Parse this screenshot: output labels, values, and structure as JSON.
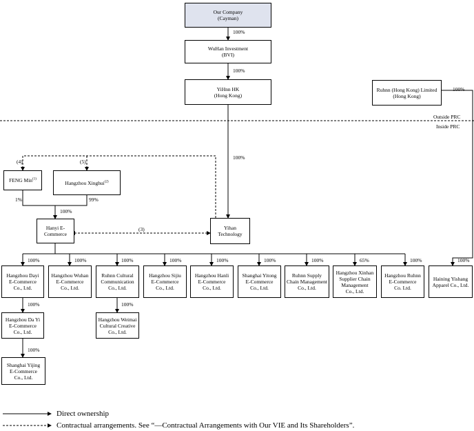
{
  "entities": {
    "our_company": {
      "line1": "Our Company",
      "line2": "(Cayman)"
    },
    "wuhan_investment": {
      "line1": "WuHan Investment",
      "line2": "(BVI)"
    },
    "yihnn_hk": {
      "line1": "YiHnn HK",
      "line2": "(Hong Kong)"
    },
    "ruhnn_hk": {
      "line1": "Ruhnn (Hong Kong) Limited",
      "line2": "(Hong Kong)"
    },
    "feng_min": {
      "name": "FENG Min",
      "note": "(1)"
    },
    "hangzhou_xinghui": {
      "name": "Hangzhou Xinghui",
      "note": "(2)"
    },
    "hanyi": {
      "line1": "Hanyi E-",
      "line2": "Commerce"
    },
    "yihan": {
      "line1": "Yihan",
      "line2": "Technology"
    },
    "subs": [
      {
        "l1": "Hangzhou Dayi",
        "l2": "E-Commerce",
        "l3": "Co., Ltd."
      },
      {
        "l1": "Hangzhou Wuhan",
        "l2": "E-Commerce",
        "l3": "Co., Ltd."
      },
      {
        "l1": "Ruhnn Cultural",
        "l2": "Communication",
        "l3": "Co., Ltd."
      },
      {
        "l1": "Hangzhou Sijiu",
        "l2": "E-Commerce",
        "l3": "Co., Ltd."
      },
      {
        "l1": "Hangzhou Hanli",
        "l2": "E-Commerce",
        "l3": "Co., Ltd."
      },
      {
        "l1": "Shanghai Yitong",
        "l2": "E-Commerce",
        "l3": "Co., Ltd."
      },
      {
        "l1": "Ruhnn Supply",
        "l2": "Chain Management",
        "l3": "Co., Ltd."
      },
      {
        "l1": "Hangzhou Xinhan",
        "l2": "Supplier Chain",
        "l3": "Management",
        "l4": "Co., Ltd."
      },
      {
        "l1": "Hangzhou Ruhnn",
        "l2": "E-Commerce",
        "l3": "Co. Ltd."
      },
      {
        "l1": "Haining Yishang",
        "l2": "Apparel Co., Ltd."
      }
    ],
    "hangzhou_da_yi": {
      "l1": "Hangzhou Da Yi",
      "l2": "E-Commerce",
      "l3": "Co., Ltd."
    },
    "shanghai_yijing": {
      "l1": "Shanghai Yijing",
      "l2": "E-Commerce",
      "l3": "Co., Ltd."
    },
    "hangzhou_weimai": {
      "l1": "Hangzhou Weimai",
      "l2": "Cultural Creative",
      "l3": "Co., Ltd."
    }
  },
  "labels": {
    "p100": "100%",
    "p65": "65%",
    "p1": "1%",
    "p99": "99%",
    "note3": "(3)",
    "note4": "(4)",
    "note5": "(5)",
    "outside_prc": "Outside PRC",
    "inside_prc": "Inside PRC"
  },
  "legend": {
    "direct": "Direct ownership",
    "contractual": "Contractual arrangements. See “—Contractual Arrangements with Our VIE and Its Shareholders”."
  }
}
